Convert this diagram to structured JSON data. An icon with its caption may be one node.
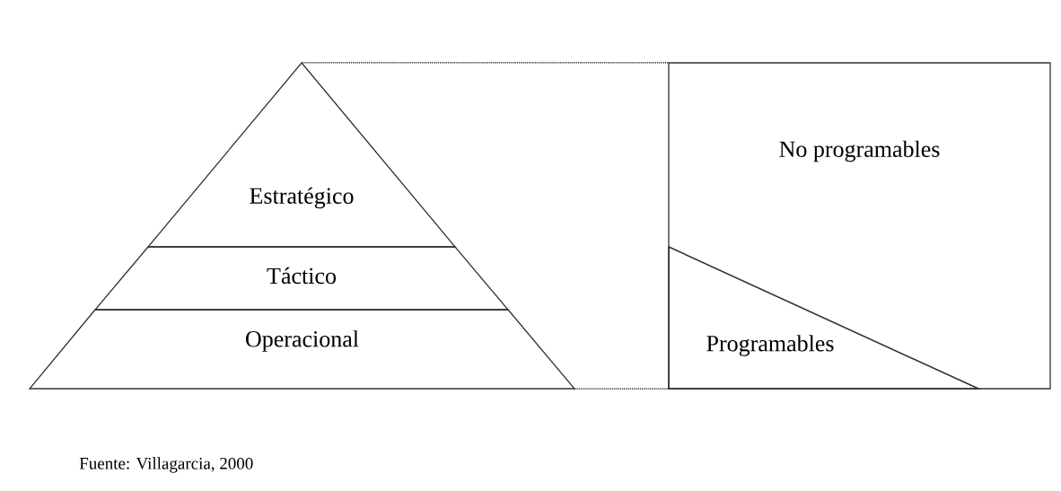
{
  "diagram": {
    "caption": "Fuente: Villagarcia, 2000",
    "nodes": [
      {
        "text": [
          "Estratégico"
        ]
      },
      {
        "text": [
          "Táctico"
        ]
      },
      {
        "text": [
          "Operacional"
        ]
      },
      {
        "text": [
          "No programables"
        ]
      },
      {
        "text": [
          "Programables"
        ],
        "in": 3
      }
    ],
    "edges": [
      {
        "from": 0,
        "to": 3,
        "arrow": "none",
        "style": "dashed"
      },
      {
        "from": 2,
        "to": 3,
        "arrow": "none",
        "style": "dashed"
      }
    ]
  }
}
